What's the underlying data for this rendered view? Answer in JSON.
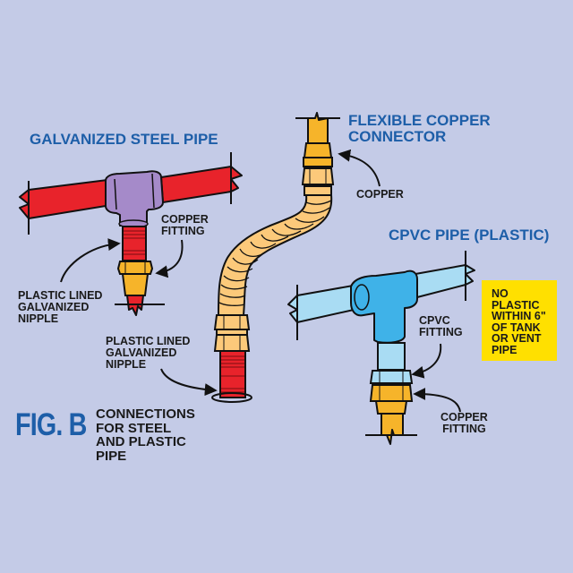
{
  "figure": {
    "label": "FIG. B",
    "caption": "CONNECTIONS\nFOR STEEL\nAND PLASTIC\nPIPE"
  },
  "sections": {
    "galvanized": {
      "title": "GALVANIZED STEEL PIPE",
      "copper_fitting_label": "COPPER\nFITTING",
      "nipple_label": "PLASTIC LINED\nGALVANIZED\nNIPPLE"
    },
    "flexible": {
      "title": "FLEXIBLE COPPER\nCONNECTOR",
      "copper_label": "COPPER",
      "nipple_label": "PLASTIC LINED\nGALVANIZED\nNIPPLE"
    },
    "cpvc": {
      "title": "CPVC PIPE (PLASTIC)",
      "cpvc_fitting_label": "CPVC\nFITTING",
      "copper_fitting_label": "COPPER\nFITTING"
    }
  },
  "warning_note": "NO\nPLASTIC\nWITHIN 6\"\nOF TANK\nOR VENT\nPIPE",
  "colors": {
    "background": "#c4cbe7",
    "title_blue": "#1d5ea8",
    "steel_red": "#e8232b",
    "tee_purple": "#a58ac9",
    "copper_yellow": "#f6b42a",
    "flex_tan": "#fcc97a",
    "cpvc_blue": "#3fb2e8",
    "cpvc_light": "#a9dcf3",
    "note_yellow": "#ffe000"
  }
}
